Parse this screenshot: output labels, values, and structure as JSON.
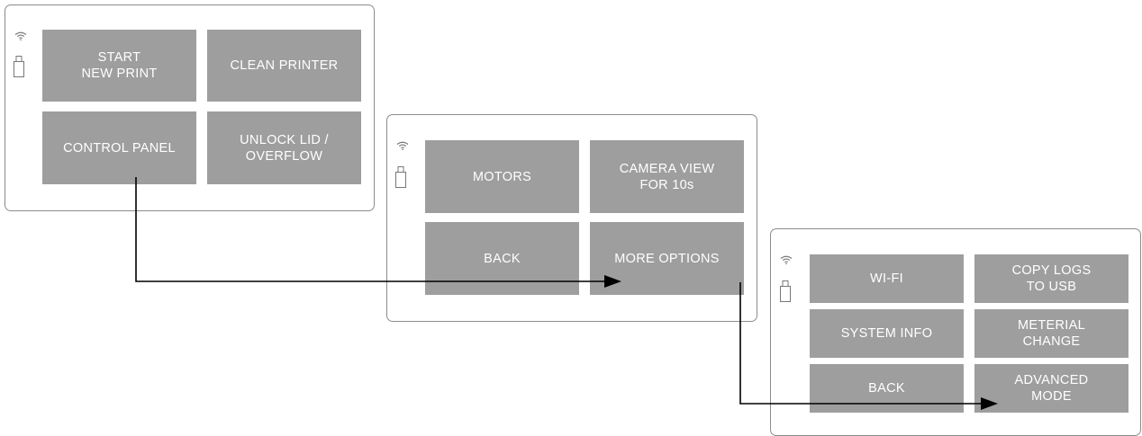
{
  "screens": {
    "main": {
      "buttons": [
        "START\nNEW PRINT",
        "CLEAN PRINTER",
        "CONTROL PANEL",
        "UNLOCK LID /\nOVERFLOW"
      ]
    },
    "control_panel": {
      "buttons": [
        "MOTORS",
        "CAMERA VIEW\nFOR 10s",
        "BACK",
        "MORE OPTIONS"
      ]
    },
    "more_options": {
      "buttons": [
        "WI-FI",
        "COPY LOGS\nTO USB",
        "SYSTEM INFO",
        "METERIAL\nCHANGE",
        "BACK",
        "ADVANCED\nMODE"
      ]
    }
  },
  "icons": [
    "wifi-icon",
    "usb-drive-icon"
  ],
  "colors": {
    "button_bg": "#9e9e9e",
    "button_text": "#ffffff",
    "frame_border": "#8c8c8c",
    "arrow": "#000000"
  }
}
